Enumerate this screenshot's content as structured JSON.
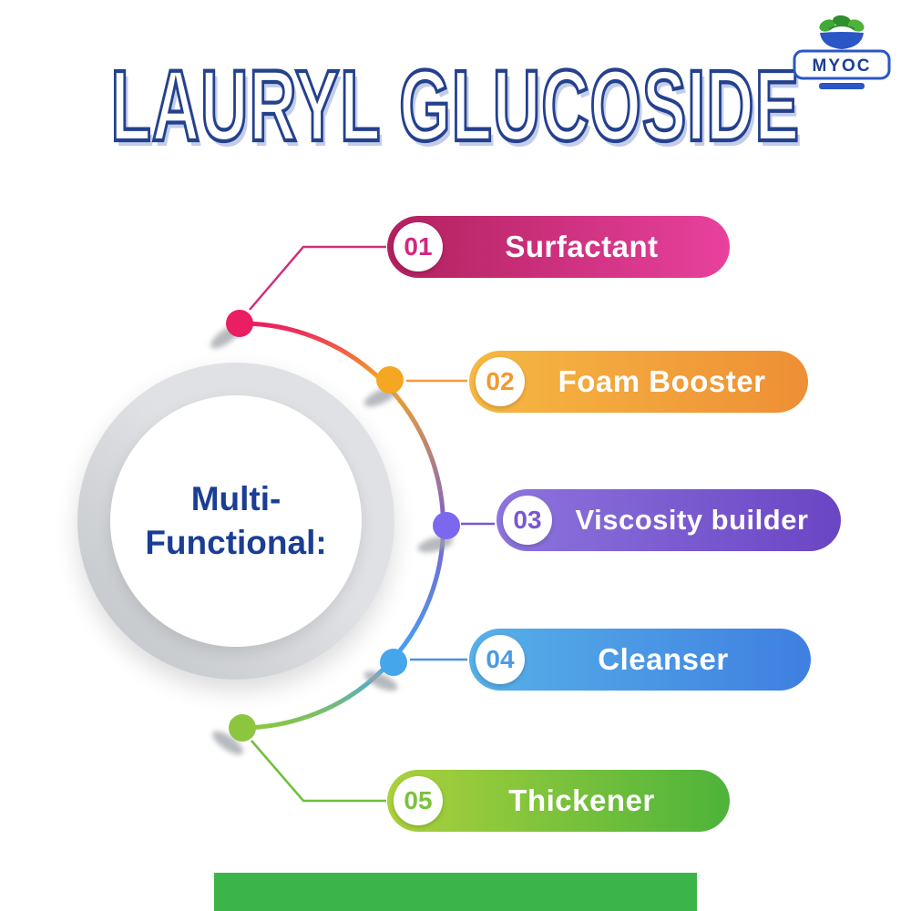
{
  "title": "Lauryl Glucoside",
  "logo": {
    "brand": "MYOC"
  },
  "center": {
    "line1": "Multi-",
    "line2": "Functional:"
  },
  "items": [
    {
      "number": "01",
      "label": "Surfactant",
      "color_start": "#b2215e",
      "color_end": "#e8419e",
      "number_color": "#d42580",
      "dot_color": "#e91e63"
    },
    {
      "number": "02",
      "label": "Foam Booster",
      "color_start": "#f6b843",
      "color_end": "#ee8f35",
      "number_color": "#f2992f",
      "dot_color": "#f5a623"
    },
    {
      "number": "03",
      "label": "Viscosity builder",
      "color_start": "#8d75dd",
      "color_end": "#6a45c4",
      "number_color": "#7a57d1",
      "dot_color": "#7b68ee"
    },
    {
      "number": "04",
      "label": "Cleanser",
      "color_start": "#57b0e8",
      "color_end": "#3f7fe0",
      "number_color": "#4a9ae5",
      "dot_color": "#45a6ec"
    },
    {
      "number": "05",
      "label": "Thickener",
      "color_start": "#abd13d",
      "color_end": "#4db33a",
      "number_color": "#7cc13e",
      "dot_color": "#8cc63f"
    }
  ],
  "accent_colors": {
    "title_outline": "#24418e",
    "title_fill": "#ffffff",
    "center_text": "#1b3e94",
    "footer_bar": "#3bb54a"
  }
}
